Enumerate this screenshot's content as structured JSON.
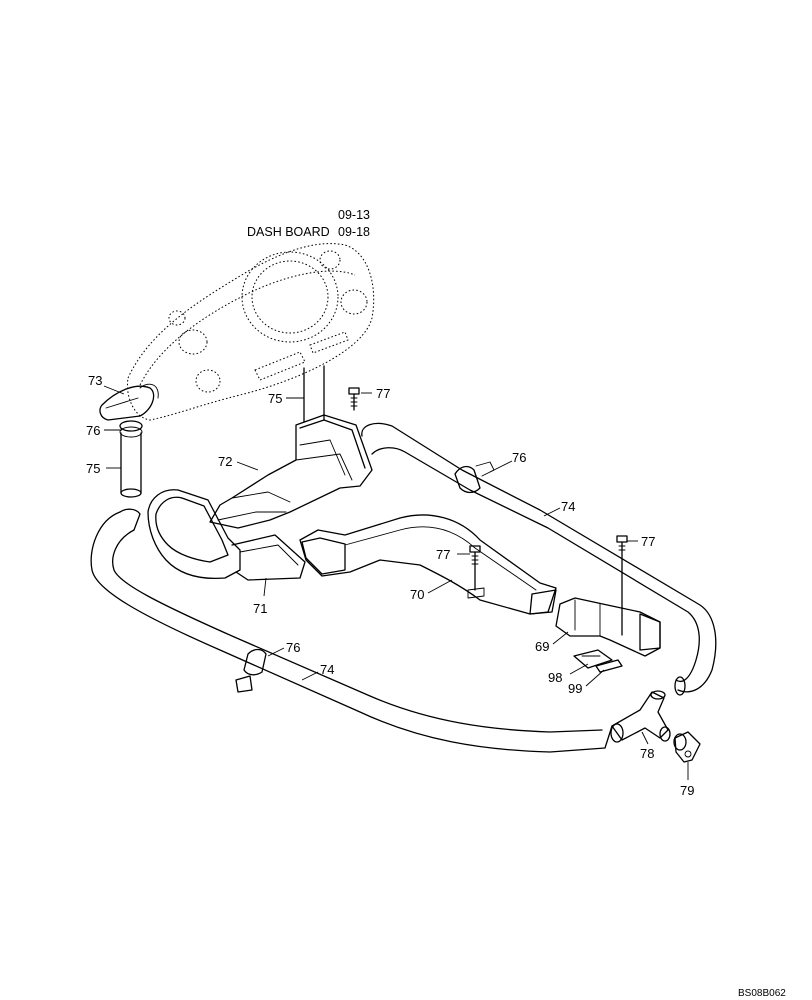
{
  "header": {
    "ref_top": "09-13",
    "dashboard_label": "DASH BOARD",
    "ref_bottom": "09-18"
  },
  "callouts": {
    "c73": "73",
    "c76_left": "76",
    "c75_left": "75",
    "c75_top": "75",
    "c77_top": "77",
    "c72": "72",
    "c76_right": "76",
    "c74_right": "74",
    "c77_right": "77",
    "c77_mid": "77",
    "c70": "70",
    "c71": "71",
    "c69": "69",
    "c98": "98",
    "c99": "99",
    "c76_bottom": "76",
    "c74_bottom": "74",
    "c78": "78",
    "c79": "79"
  },
  "drawing_code": "BS08B062"
}
